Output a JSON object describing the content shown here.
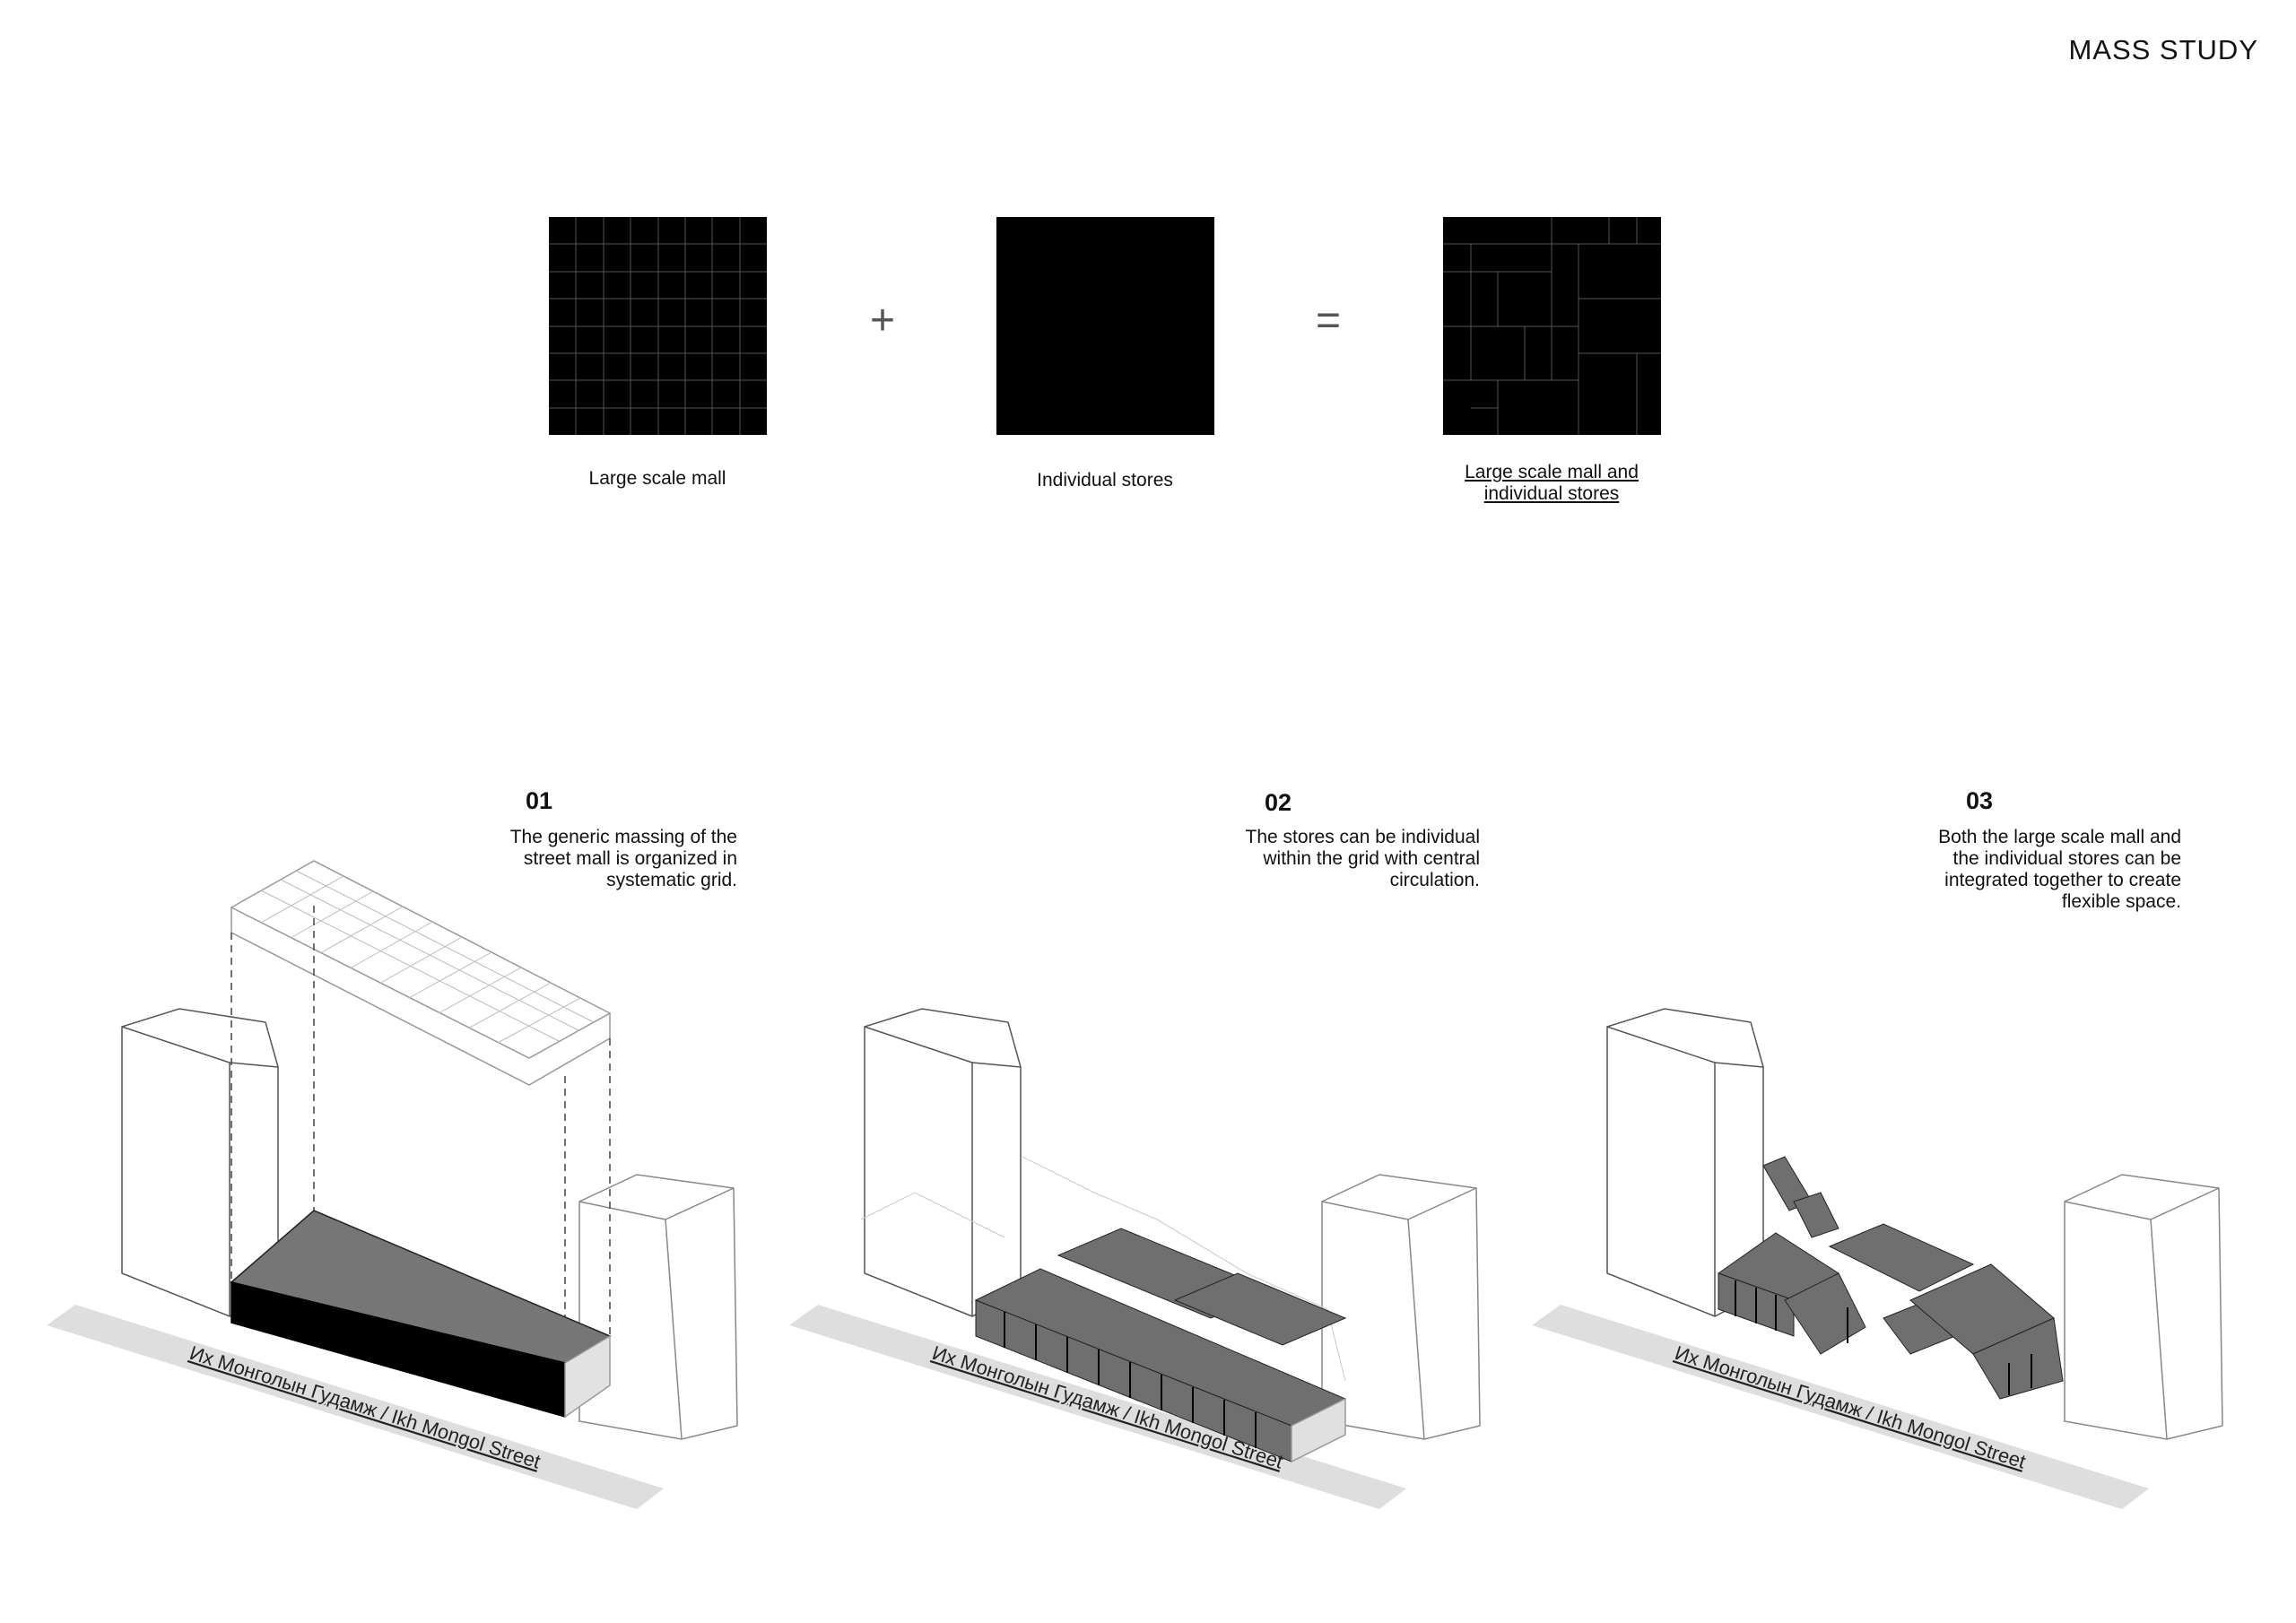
{
  "header": {
    "title": "MASS STUDY"
  },
  "concept": {
    "items": [
      {
        "caption": "Large scale mall"
      },
      {
        "caption": "Individual stores"
      },
      {
        "caption": "Large scale mall and individual stores"
      }
    ],
    "plus_symbol": "+",
    "equals_symbol": "="
  },
  "steps": [
    {
      "number": "01",
      "description": "The generic massing of the street mall is organized in systematic grid."
    },
    {
      "number": "02",
      "description": "The stores can be individual within the grid with central circulation."
    },
    {
      "number": "03",
      "description": "Both the large scale mall and the individual stores can be integrated together to create flexible space."
    }
  ],
  "street_label": "Их Монголын Гудамж / Ikh Mongol Street",
  "colors": {
    "ink": "#000000",
    "road": "#dcdcdc",
    "mass_grey": "#6f6f6f",
    "line_grey": "#b5b5b5"
  }
}
